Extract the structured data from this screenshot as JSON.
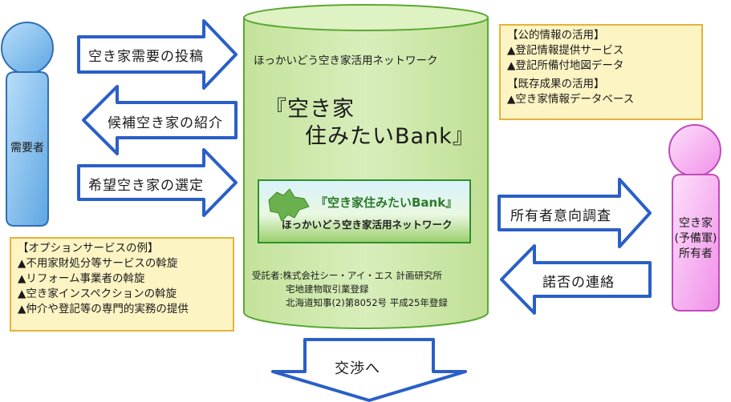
{
  "left_person": {
    "label": "需要者"
  },
  "right_person": {
    "lines": [
      "空き家",
      "(予備軍)",
      "所有者"
    ]
  },
  "arrows": {
    "post_demand": "空き家需要の投稿",
    "introduce_candidates": "候補空き家の紹介",
    "select_desired": "希望空き家の選定",
    "owner_survey": "所有者意向調査",
    "reply": "諾否の連絡",
    "to_negotiation": "交渉へ"
  },
  "cylinder": {
    "network_name": "ほっかいどう空き家活用ネットワーク",
    "title_line1": "『空き家",
    "title_line2": "住みたいBank』",
    "banner_title": "『空き家住みたいBank』",
    "banner_subtitle": "ほっかいどう空き家活用ネットワーク",
    "consignee_label": "受託者:株式会社シー・アイ・エス 計画研究所",
    "consignee_license": "宅地建物取引業登録",
    "consignee_registration": "北海道知事(2)第8052号 平成25年登録"
  },
  "note_public": {
    "lines": [
      "【公的情報の活用】",
      "▲登記情報提供サービス",
      "▲登記所備付地図データ",
      "【既存成果の活用】",
      "▲空き家情報データベース"
    ]
  },
  "note_options": {
    "lines": [
      "【オプションサービスの例】",
      "▲不用家財処分等サービスの斡旋",
      "▲リフォーム事業者の斡旋",
      "▲空き家インスペクションの斡旋",
      "▲仲介や登記等の専門的実務の提供"
    ]
  },
  "colors": {
    "arrow_border": "#2a5fc7",
    "arrow_fill": "#ffffff",
    "cylinder_fill": "#cfe8a8",
    "cylinder_border": "#5aa832",
    "left_person": "#6fb2ea",
    "right_person": "#f3a6ef",
    "note_fill": "#fdf4c4",
    "note_border": "#e5b23a"
  }
}
